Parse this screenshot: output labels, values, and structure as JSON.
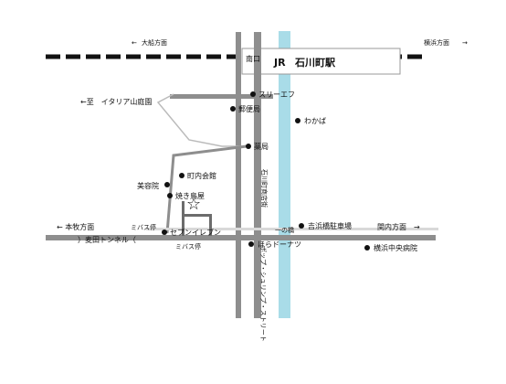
{
  "map": {
    "colors": {
      "road": "#8e8e8e",
      "railway": "#111111",
      "river": "#a9dce8",
      "accent": "#39a9cf"
    },
    "compass": {
      "left_direction": "大船方面",
      "right_direction": "横浜方面",
      "left_arrow": "←",
      "right_arrow": "→"
    },
    "station": {
      "exit": "南口",
      "line": "JR",
      "name": "石川町駅"
    },
    "directions": {
      "italy_garden": "←至　イタリア山庭園",
      "honmoku": "← 本牧方面",
      "kannai": "関内方面　→",
      "ichibashi": "一の橋"
    },
    "places": [
      {
        "name": "スリーエフ"
      },
      {
        "name": "郵便局"
      },
      {
        "name": "わかば"
      },
      {
        "name": "薬局"
      },
      {
        "name": "町内会館"
      },
      {
        "name": "美容院"
      },
      {
        "name": "焼き鳥屋"
      },
      {
        "name": "セブンイレブン"
      },
      {
        "name": "吉浜橋駐車場"
      },
      {
        "name": "横浜中央病院"
      },
      {
        "name": "ほらドーナツ"
      }
    ],
    "roads": {
      "motomachi_street": "石川町商店街",
      "ship_street": "ポップ・シュリンプ・ストリート",
      "tunnel": "）麦田トンネル（"
    },
    "bus_stops": {
      "upper": "ミバス停",
      "lower": "ミバス停"
    },
    "legend": {
      "destination_star": "☆"
    }
  }
}
